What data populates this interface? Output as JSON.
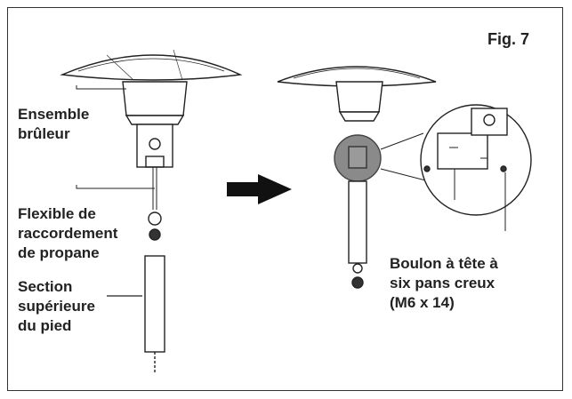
{
  "figure": {
    "title": "Fig. 7"
  },
  "labels": {
    "burner": [
      "Ensemble",
      "brûleur"
    ],
    "hose": [
      "Flexible de",
      "raccordement",
      "de propane"
    ],
    "post": [
      "Section",
      "supérieure",
      "du pied"
    ],
    "bolt": [
      "Boulon à tête à",
      "six pans creux",
      "(M6 x 14)"
    ]
  },
  "colors": {
    "line": "#222222",
    "arrow": "#111111",
    "highlight": "#8a8a8a"
  },
  "icons": {
    "arrow": "right-arrow-icon"
  }
}
